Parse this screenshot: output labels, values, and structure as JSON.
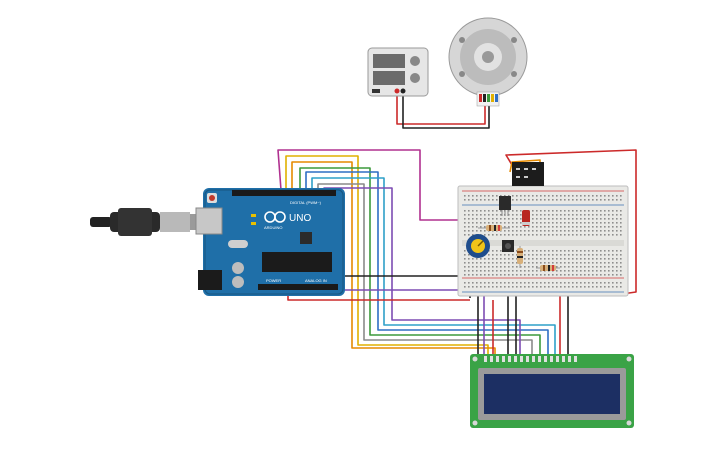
{
  "arduino": {
    "model_label": "UNO",
    "brand_label": "ARDUINO",
    "digital_label": "DIGITAL (PWM~)",
    "analog_label": "ANALOG IN",
    "power_label": "POWER"
  },
  "colors": {
    "board_blue": "#1f6fa8",
    "board_dark": "#17557f",
    "breadboard": "#e9e9e6",
    "rail_red": "#d23a3a",
    "rail_blue": "#3c6fb0",
    "lcd_pcb": "#3aa346",
    "lcd_screen": "#1c2f63",
    "wire_red": "#cc2a2a",
    "wire_black": "#222222",
    "wire_magenta": "#b0308f",
    "wire_yellow": "#e0b000",
    "wire_orange": "#e58a00",
    "wire_green": "#3c9a3c",
    "wire_blue": "#2f6ec4",
    "wire_cyan": "#2fa0c8",
    "wire_purple": "#7d4cb3",
    "wire_gray": "#8a8a8a"
  },
  "components": [
    {
      "name": "usb-cable",
      "icon": "usb-plug-icon"
    },
    {
      "name": "arduino-uno",
      "icon": "microcontroller-icon"
    },
    {
      "name": "breadboard",
      "icon": "breadboard-icon"
    },
    {
      "name": "potentiometer",
      "icon": "knob-icon"
    },
    {
      "name": "relay",
      "icon": "relay-icon"
    },
    {
      "name": "power-supply",
      "icon": "power-supply-icon"
    },
    {
      "name": "dc-motor-encoder",
      "icon": "motor-icon"
    },
    {
      "name": "lcd-16x2",
      "icon": "lcd-icon"
    }
  ]
}
